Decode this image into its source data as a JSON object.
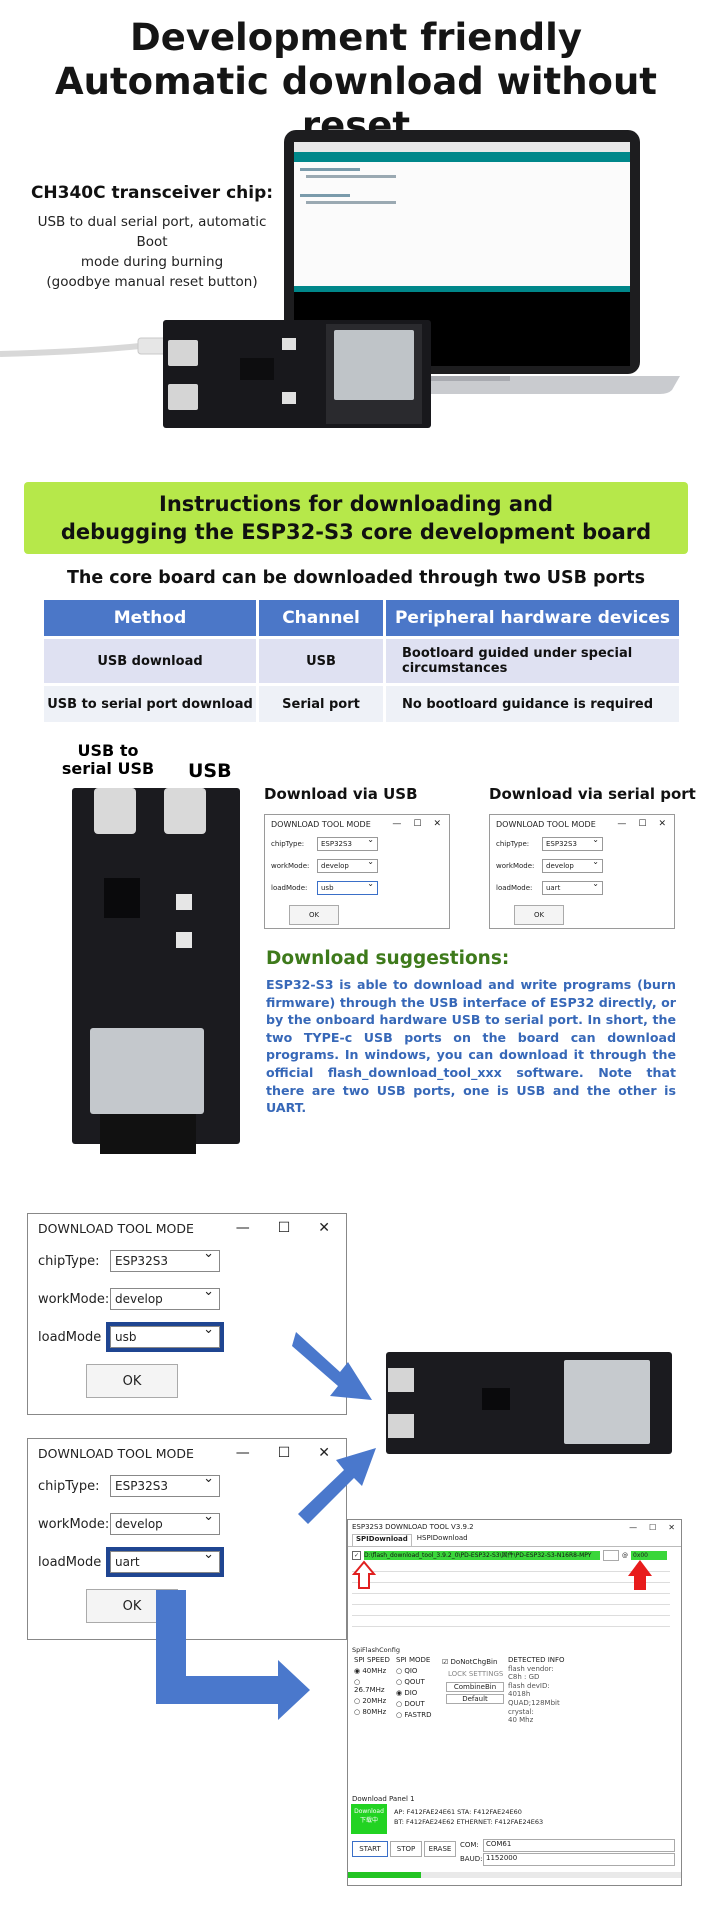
{
  "header": {
    "title_line1": "Development friendly",
    "title_line2": "Automatic download without reset"
  },
  "chip": {
    "title": "CH340C transceiver chip:",
    "desc_line1": "USB to dual serial port, automatic Boot",
    "desc_line2": "mode during burning",
    "desc_line3": "(goodbye manual reset button)"
  },
  "banner": {
    "line1": "Instructions for downloading and",
    "line2": "debugging the ESP32-S3 core development board"
  },
  "subheading": "The core board can be downloaded through two USB ports",
  "methods_table": {
    "headers": [
      "Method",
      "Channel",
      "Peripheral hardware devices"
    ],
    "rows": [
      [
        "USB download",
        "USB",
        "Bootloard guided under special circumstances"
      ],
      [
        "USB to serial port download",
        "Serial port",
        "No bootloard guidance is required"
      ]
    ]
  },
  "board_labels": {
    "serial_usb": "USB to serial USB",
    "usb": "USB"
  },
  "small_windows": {
    "usb_heading": "Download via USB",
    "serial_heading": "Download via serial port",
    "title": "DOWNLOAD TOOL MODE",
    "chip_label": "chipType:",
    "work_label": "workMode:",
    "load_label": "loadMode:",
    "chip_value": "ESP32S3",
    "work_value": "develop",
    "usb_value": "usb",
    "uart_value": "uart",
    "ok": "OK"
  },
  "suggestions": {
    "title": "Download suggestions:",
    "text": "ESP32-S3 is able to download and write programs (burn firmware) through the USB interface of ESP32 directly, or by the onboard hardware USB to serial port. In short, the two TYPE-c USB ports on the board can download programs. In windows, you can download it through the official flash_download_tool_xxx software. Note that there are two USB ports, one is USB and the other is UART."
  },
  "big_windows": {
    "title": "DOWNLOAD TOOL MODE",
    "chip_label": "chipType:",
    "work_label": "workMode:",
    "load_label": "loadMode",
    "chip_value": "ESP32S3",
    "work_value": "develop",
    "usb_value": "usb",
    "uart_value": "uart",
    "ok": "OK"
  },
  "flash_tool": {
    "title": "ESP32S3 DOWNLOAD TOOL V3.9.2",
    "tab_spi": "SPIDownload",
    "tab_hspi": "HSPIDownload",
    "file_path": "D:\\flash_download_tool_3.9.2_0\\PD-ESP32-S3\\固件\\PD-ESP32-S3-N16R8-MPY",
    "address": "0x00",
    "spi_config_label": "SpiFlashConfig",
    "spi_speed_label": "SPI SPEED",
    "spi_speeds": [
      "40MHz",
      "26.7MHz",
      "20MHz",
      "80MHz"
    ],
    "spi_mode_label": "SPI MODE",
    "spi_modes": [
      "QIO",
      "QOUT",
      "DIO",
      "DOUT",
      "FASTRD"
    ],
    "do_not_chg_bin": "DoNotChgBin",
    "lock_settings": "LOCK SETTINGS",
    "combine_bin": "CombineBin",
    "default": "Default",
    "detected_label": "DETECTED INFO",
    "detected_lines": [
      "flash vendor:",
      "C8h : GD",
      "flash devID:",
      "4018h",
      "QUAD;128Mbit",
      "crystal:",
      "40 Mhz"
    ],
    "panel_label": "Download Panel 1",
    "status_line1": "Download",
    "status_line2": "下载中",
    "ap_line": "AP:  F412FAE24E61  STA:  F412FAE24E60",
    "bt_line": "BT:  F412FAE24E62  ETHERNET:  F412FAE24E63",
    "start": "START",
    "stop": "STOP",
    "erase": "ERASE",
    "com_label": "COM:",
    "com_value": "COM61",
    "baud_label": "BAUD:",
    "baud_value": "1152000",
    "progress": 0.22
  },
  "colors": {
    "banner": "#b6e84a",
    "table_header": "#4b77c8",
    "arrow_blue": "#4a78cc",
    "green_status": "#22d322",
    "suggest_text": "#3768b8",
    "suggest_title": "#3e7a1b"
  }
}
